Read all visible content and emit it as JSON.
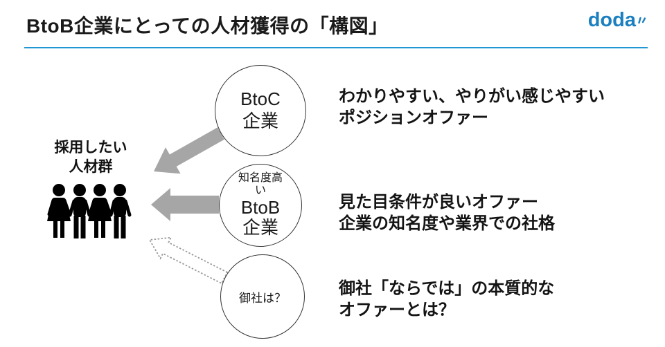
{
  "header": {
    "title": "BtoB企業にとっての人材獲得の「構図」",
    "logo_text": "doda"
  },
  "audience": {
    "label_line1": "採用したい",
    "label_line2": "人材群"
  },
  "companies": {
    "btoc": {
      "line1": "BtoC",
      "line2": "企業"
    },
    "btob": {
      "qualifier": "知名度高い",
      "line1": "BtoB",
      "line2": "企業"
    },
    "yours": {
      "label": "御社は？"
    }
  },
  "offers": [
    {
      "line1": "わかりやすい、やりがい感じやすい",
      "line2": "ポジションオファー"
    },
    {
      "line1": "見た目条件が良いオファー",
      "line2": "企業の知名度や業界での社格"
    },
    {
      "line1": "御社「ならでは」の本質的な",
      "line2": "オファーとは？"
    }
  ],
  "colors": {
    "brand_blue": "#1b7fc0",
    "rule_blue": "#2196d3",
    "arrow_gray": "#a6a6a6",
    "arrow_outline_gray": "#999999",
    "people_black": "#000000"
  }
}
